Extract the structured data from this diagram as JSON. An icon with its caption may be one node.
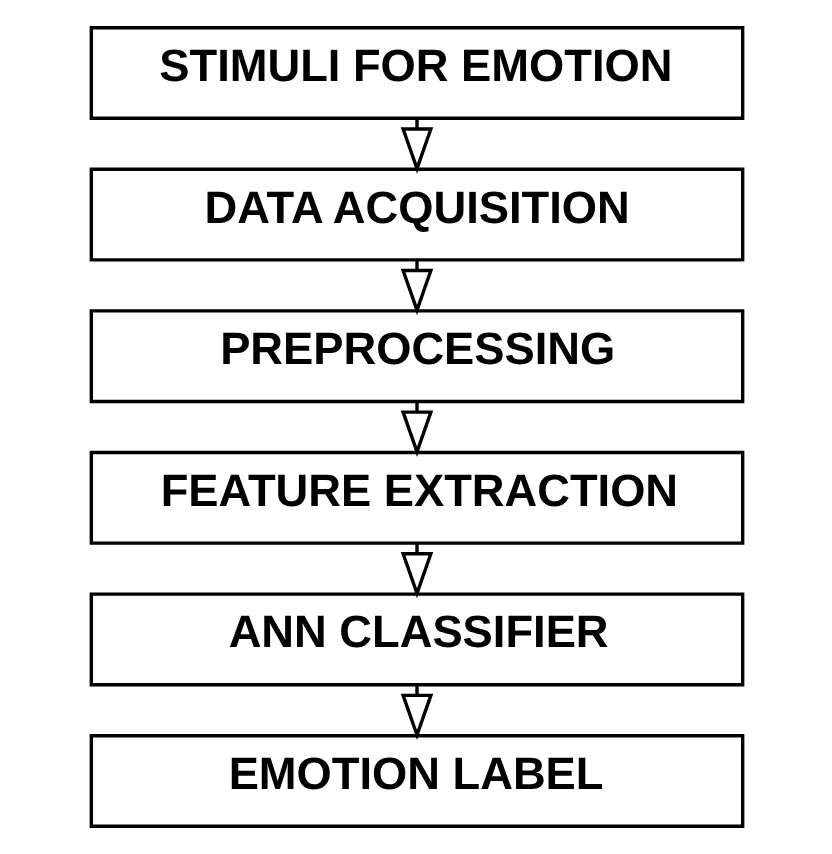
{
  "diagram": {
    "nodes": [
      {
        "text": [
          "STIMULI FOR EMOTION"
        ]
      },
      {
        "text": [
          "DATA ACQUISITION"
        ]
      },
      {
        "text": [
          "PREPROCESSING"
        ]
      },
      {
        "text": [
          "FEATURE EXTRACTION"
        ]
      },
      {
        "text": [
          "ANN CLASSIFIER"
        ]
      },
      {
        "text": [
          "EMOTION LABEL"
        ]
      }
    ],
    "edges": [
      {
        "from": 0,
        "to": 1,
        "arrow": "to"
      },
      {
        "from": 1,
        "to": 2,
        "arrow": "to"
      },
      {
        "from": 2,
        "to": 3,
        "arrow": "to"
      },
      {
        "from": 3,
        "to": 4,
        "arrow": "to"
      },
      {
        "from": 4,
        "to": 5,
        "arrow": "to"
      }
    ]
  }
}
